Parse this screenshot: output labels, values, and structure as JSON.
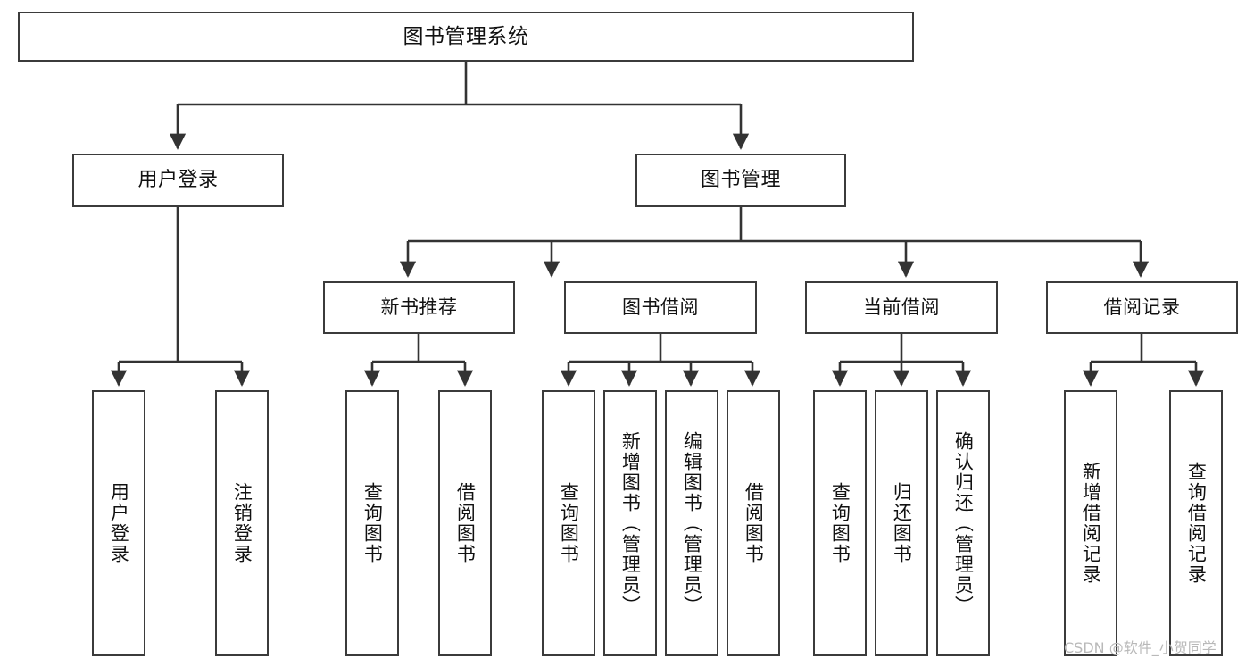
{
  "diagram": {
    "title": "图书管理系统",
    "type": "hierarchy-tree",
    "root": {
      "label": "图书管理系统",
      "children": [
        {
          "label": "用户登录",
          "children": [
            {
              "label": "用户登录"
            },
            {
              "label": "注销登录"
            }
          ]
        },
        {
          "label": "图书管理",
          "children": [
            {
              "label": "新书推荐",
              "children": [
                {
                  "label": "查询图书"
                },
                {
                  "label": "借阅图书"
                }
              ]
            },
            {
              "label": "图书借阅",
              "children": [
                {
                  "label": "查询图书"
                },
                {
                  "label": "新增图书（管理员）"
                },
                {
                  "label": "编辑图书（管理员）"
                },
                {
                  "label": "借阅图书"
                }
              ]
            },
            {
              "label": "当前借阅",
              "children": [
                {
                  "label": "查询图书"
                },
                {
                  "label": "归还图书"
                },
                {
                  "label": "确认归还（管理员）"
                }
              ]
            },
            {
              "label": "借阅记录",
              "children": [
                {
                  "label": "新增借阅记录"
                },
                {
                  "label": "查询借阅记录"
                }
              ]
            }
          ]
        }
      ]
    }
  },
  "nodes": {
    "root": "图书管理系统",
    "user_login": "用户登录",
    "book_manage": "图书管理",
    "new_book_rec": "新书推荐",
    "book_borrow": "图书借阅",
    "current_borrow": "当前借阅",
    "borrow_record": "借阅记录"
  },
  "leaves": {
    "user_login_1": "用户登录",
    "user_login_2": "注销登录",
    "new_book_1": "查询图书",
    "new_book_2": "借阅图书",
    "borrow_1": "查询图书",
    "borrow_2": "新增图书（管理员）",
    "borrow_3": "编辑图书（管理员）",
    "borrow_4": "借阅图书",
    "current_1": "查询图书",
    "current_2": "归还图书",
    "current_3": "确认归还（管理员）",
    "record_1": "新增借阅记录",
    "record_2": "查询借阅记录"
  },
  "watermark": "CSDN @软件_小贺同学",
  "colors": {
    "border": "#3b3b3b",
    "background": "#ffffff",
    "text": "#111111",
    "connector": "#333333",
    "watermark": "#b9b9b9"
  }
}
